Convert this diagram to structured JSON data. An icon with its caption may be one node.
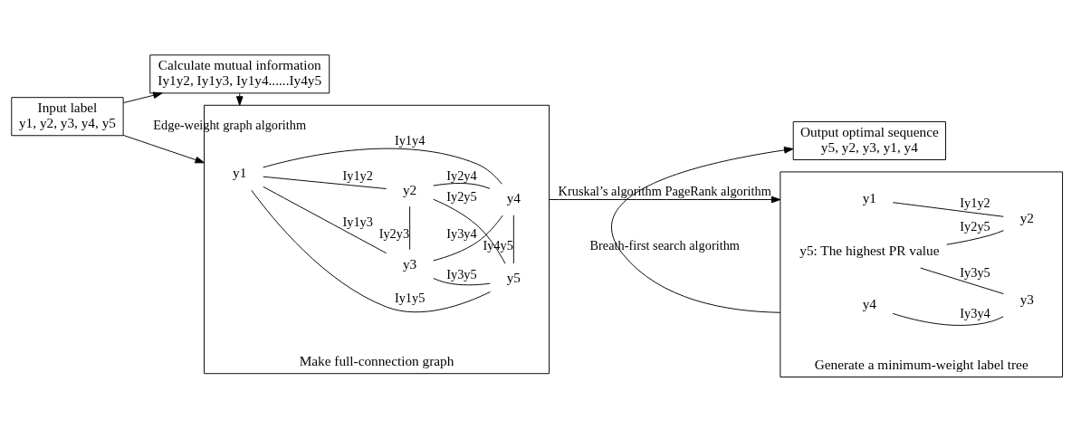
{
  "diagram": {
    "nodes": [
      {
        "text": [
          "Input label",
          "y1, y2, y3, y4, y5"
        ]
      },
      {
        "text": [
          "Calculate mutual information",
          "Iy1y2, Iy1y3, Iy1y4......Iy4y5"
        ]
      },
      {
        "text": [
          "Make full-connection graph"
        ]
      },
      {
        "text": [
          "y1"
        ],
        "in": 2
      },
      {
        "text": [
          "y2"
        ],
        "in": 2
      },
      {
        "text": [
          "y5"
        ],
        "in": 2
      },
      {
        "text": [
          "y3"
        ],
        "in": 2
      },
      {
        "text": [
          "y4"
        ],
        "in": 2
      },
      {
        "text": [
          "Generate a minimum-weight label tree"
        ]
      },
      {
        "text": [
          "y1"
        ],
        "in": 8
      },
      {
        "text": [
          "y2"
        ],
        "in": 8
      },
      {
        "text": [
          "y5: The highest PR value"
        ],
        "in": 8
      },
      {
        "text": [
          "y3"
        ],
        "in": 8
      },
      {
        "text": [
          "y4"
        ],
        "in": 8
      },
      {
        "text": [
          "Output optimal sequence",
          "y5, y2, y3, y1, y4"
        ]
      }
    ],
    "edges": [
      {
        "from": 0,
        "to": 1,
        "arrow": "to"
      },
      {
        "from": 0,
        "to": 2,
        "arrow": "to"
      },
      {
        "from": 1,
        "to": 2,
        "arrow": "to",
        "label": "Edge-weight graph algorithm"
      },
      {
        "from": 3,
        "to": 4,
        "arrow": "none",
        "label": "Iy1y2"
      },
      {
        "from": 3,
        "to": 5,
        "arrow": "none",
        "label": "Iy1y5"
      },
      {
        "from": 4,
        "to": 5,
        "arrow": "none",
        "label": "Iy2y5"
      },
      {
        "from": 3,
        "to": 6,
        "arrow": "none",
        "label": "Iy1y3"
      },
      {
        "from": 4,
        "to": 7,
        "arrow": "none",
        "label": "Iy2y4"
      },
      {
        "from": 6,
        "to": 5,
        "arrow": "none",
        "label": "Iy3y5"
      },
      {
        "from": 3,
        "to": 7,
        "arrow": "none",
        "label": "Iy1y4"
      },
      {
        "from": 4,
        "to": 6,
        "arrow": "none",
        "label": "Iy2y3"
      },
      {
        "from": 5,
        "to": 7,
        "arrow": "none",
        "label": "Iy4y5"
      },
      {
        "from": 6,
        "to": 7,
        "arrow": "none",
        "label": "Iy3y4"
      },
      {
        "from": 2,
        "to": 8,
        "arrow": "to",
        "label": "Kruskal’s algorithm PageRank algorithm"
      },
      {
        "from": 9,
        "to": 10,
        "arrow": "none",
        "label": "Iy1y2"
      },
      {
        "from": 10,
        "to": 11,
        "arrow": "none",
        "label": "Iy2y5"
      },
      {
        "from": 11,
        "to": 12,
        "arrow": "none",
        "label": "Iy3y5"
      },
      {
        "from": 12,
        "to": 13,
        "arrow": "none",
        "label": "Iy3y4"
      },
      {
        "from": 8,
        "to": 14,
        "arrow": "to",
        "label": "Breath-first search algorithm"
      }
    ]
  }
}
